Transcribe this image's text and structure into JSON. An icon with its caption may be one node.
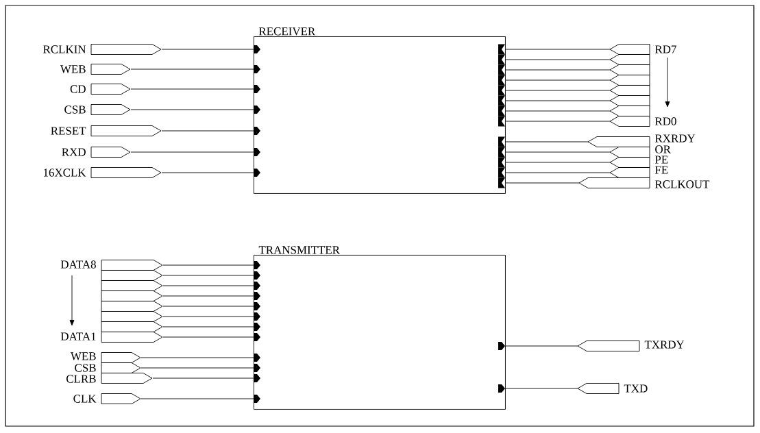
{
  "diagram": {
    "nodes": [
      {
        "text": [
          "RECEIVER"
        ]
      },
      {
        "text": [],
        "shape": "pentagon",
        "beside": [
          "RCLKIN"
        ]
      },
      {
        "text": [],
        "shape": "pentagon",
        "beside": [
          "WEB"
        ]
      },
      {
        "text": [],
        "shape": "pentagon",
        "beside": [
          "CD"
        ]
      },
      {
        "text": [],
        "shape": "pentagon",
        "beside": [
          "CSB"
        ]
      },
      {
        "text": [],
        "shape": "pentagon",
        "beside": [
          "RESET"
        ]
      },
      {
        "text": [],
        "shape": "pentagon",
        "beside": [
          "RXD"
        ]
      },
      {
        "text": [],
        "shape": "pentagon",
        "beside": [
          "16XCLK"
        ]
      },
      {
        "text": [],
        "shape": "pentagon",
        "beside": [
          "RD7"
        ]
      },
      {
        "text": [],
        "shape": "pentagon"
      },
      {
        "text": [],
        "shape": "pentagon"
      },
      {
        "text": [],
        "shape": "pentagon"
      },
      {
        "text": [],
        "shape": "pentagon"
      },
      {
        "text": [],
        "shape": "pentagon"
      },
      {
        "text": [],
        "shape": "pentagon"
      },
      {
        "text": [],
        "shape": "pentagon",
        "beside": [
          "RD0"
        ]
      },
      {
        "text": [],
        "shape": "pentagon",
        "beside": [
          "RXRDY"
        ]
      },
      {
        "text": [],
        "shape": "pentagon",
        "beside": [
          "OR"
        ]
      },
      {
        "text": [],
        "shape": "pentagon",
        "beside": [
          "PE"
        ]
      },
      {
        "text": [],
        "shape": "pentagon",
        "beside": [
          "FE"
        ]
      },
      {
        "text": [],
        "shape": "pentagon",
        "beside": [
          "RCLKOUT"
        ]
      },
      {
        "text": [
          "TRANSMITTER"
        ]
      },
      {
        "text": [],
        "shape": "pentagon",
        "beside": [
          "DATA8"
        ]
      },
      {
        "text": [],
        "shape": "pentagon"
      },
      {
        "text": [],
        "shape": "pentagon"
      },
      {
        "text": [],
        "shape": "pentagon"
      },
      {
        "text": [],
        "shape": "pentagon"
      },
      {
        "text": [],
        "shape": "pentagon"
      },
      {
        "text": [],
        "shape": "pentagon"
      },
      {
        "text": [],
        "shape": "pentagon",
        "beside": [
          "DATA1"
        ]
      },
      {
        "text": [],
        "shape": "pentagon",
        "beside": [
          "WEB"
        ]
      },
      {
        "text": [],
        "shape": "pentagon",
        "beside": [
          "CSB"
        ]
      },
      {
        "text": [],
        "shape": "pentagon",
        "beside": [
          "CLRB"
        ]
      },
      {
        "text": [],
        "shape": "pentagon",
        "beside": [
          "CLK"
        ]
      },
      {
        "text": [],
        "shape": "pentagon",
        "beside": [
          "TXRDY"
        ]
      },
      {
        "text": [],
        "shape": "pentagon",
        "beside": [
          "TXD"
        ]
      }
    ],
    "edges": [
      {
        "from": 1,
        "to": 0,
        "arrow": "none"
      },
      {
        "from": 2,
        "to": 0,
        "arrow": "none"
      },
      {
        "from": 3,
        "to": 0,
        "arrow": "none"
      },
      {
        "from": 4,
        "to": 0,
        "arrow": "none"
      },
      {
        "from": 5,
        "to": 0,
        "arrow": "none"
      },
      {
        "from": 6,
        "to": 0,
        "arrow": "none"
      },
      {
        "from": 7,
        "to": 0,
        "arrow": "none"
      },
      {
        "from": 0,
        "to": 8,
        "arrow": "none"
      },
      {
        "from": 0,
        "to": 9,
        "arrow": "none"
      },
      {
        "from": 0,
        "to": 10,
        "arrow": "none"
      },
      {
        "from": 0,
        "to": 11,
        "arrow": "none"
      },
      {
        "from": 0,
        "to": 12,
        "arrow": "none"
      },
      {
        "from": 0,
        "to": 13,
        "arrow": "none"
      },
      {
        "from": 0,
        "to": 14,
        "arrow": "none"
      },
      {
        "from": 0,
        "to": 15,
        "arrow": "none"
      },
      {
        "from": 0,
        "to": 16,
        "arrow": "none"
      },
      {
        "from": 0,
        "to": 17,
        "arrow": "none"
      },
      {
        "from": 0,
        "to": 18,
        "arrow": "none"
      },
      {
        "from": 0,
        "to": 19,
        "arrow": "none"
      },
      {
        "from": 0,
        "to": 20,
        "arrow": "none"
      },
      {
        "from": 22,
        "to": 21,
        "arrow": "none"
      },
      {
        "from": 23,
        "to": 21,
        "arrow": "none"
      },
      {
        "from": 24,
        "to": 21,
        "arrow": "none"
      },
      {
        "from": 25,
        "to": 21,
        "arrow": "none"
      },
      {
        "from": 26,
        "to": 21,
        "arrow": "none"
      },
      {
        "from": 27,
        "to": 21,
        "arrow": "none"
      },
      {
        "from": 28,
        "to": 21,
        "arrow": "none"
      },
      {
        "from": 29,
        "to": 21,
        "arrow": "none"
      },
      {
        "from": 30,
        "to": 21,
        "arrow": "none"
      },
      {
        "from": 31,
        "to": 21,
        "arrow": "none"
      },
      {
        "from": 32,
        "to": 21,
        "arrow": "none"
      },
      {
        "from": 33,
        "to": 21,
        "arrow": "none"
      },
      {
        "from": 21,
        "to": 34,
        "arrow": "none"
      },
      {
        "from": 21,
        "to": 35,
        "arrow": "none"
      }
    ]
  }
}
